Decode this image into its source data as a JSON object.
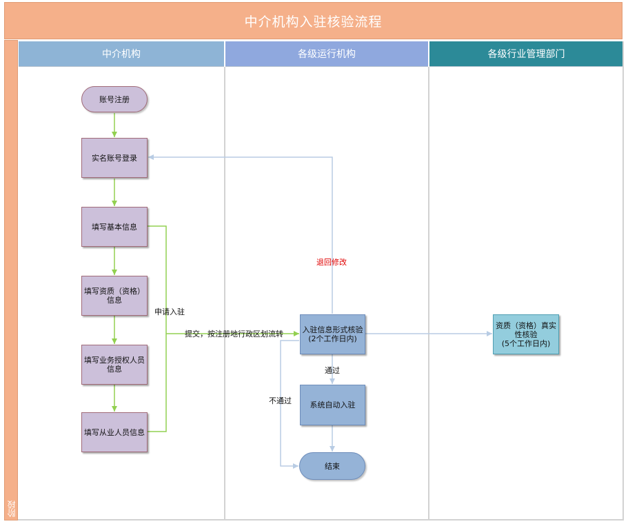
{
  "title": "中介机构入驻核验流程",
  "stage_label": "阶段",
  "lanes": [
    "中介机构",
    "各级运行机构",
    "各级行业管理部门"
  ],
  "nodes": {
    "register": "账号注册",
    "login": "实名账号登录",
    "basic_info": "填写基本信息",
    "qualification_info": "填写资质（资格）信息",
    "authorized_person": "填写业务授权人员信息",
    "staff_info": "填写从业人员信息",
    "form_check": "入驻信息形式核验\n(2个工作日内)",
    "auto_enter": "系统自动入驻",
    "end": "结束",
    "authenticity_check": "资质（资格）真实性核验\n(5个工作日内)"
  },
  "edge_labels": {
    "apply": "申请入驻",
    "submit": "提交，按注册地行政区划流转",
    "return": "退回修改",
    "pass": "通过",
    "fail": "不通过"
  },
  "colors": {
    "title": "#f5b08a",
    "lane_1": "#8eb4d6",
    "lane_2": "#8fa8de",
    "lane_3": "#2c8a98",
    "purple_node": "#ccc0da",
    "blue_node": "#95b3d7",
    "teal_node": "#93cddd",
    "green_arrow": "#92d050",
    "blue_arrow": "#b8cce4",
    "return_label": "#e00000"
  }
}
